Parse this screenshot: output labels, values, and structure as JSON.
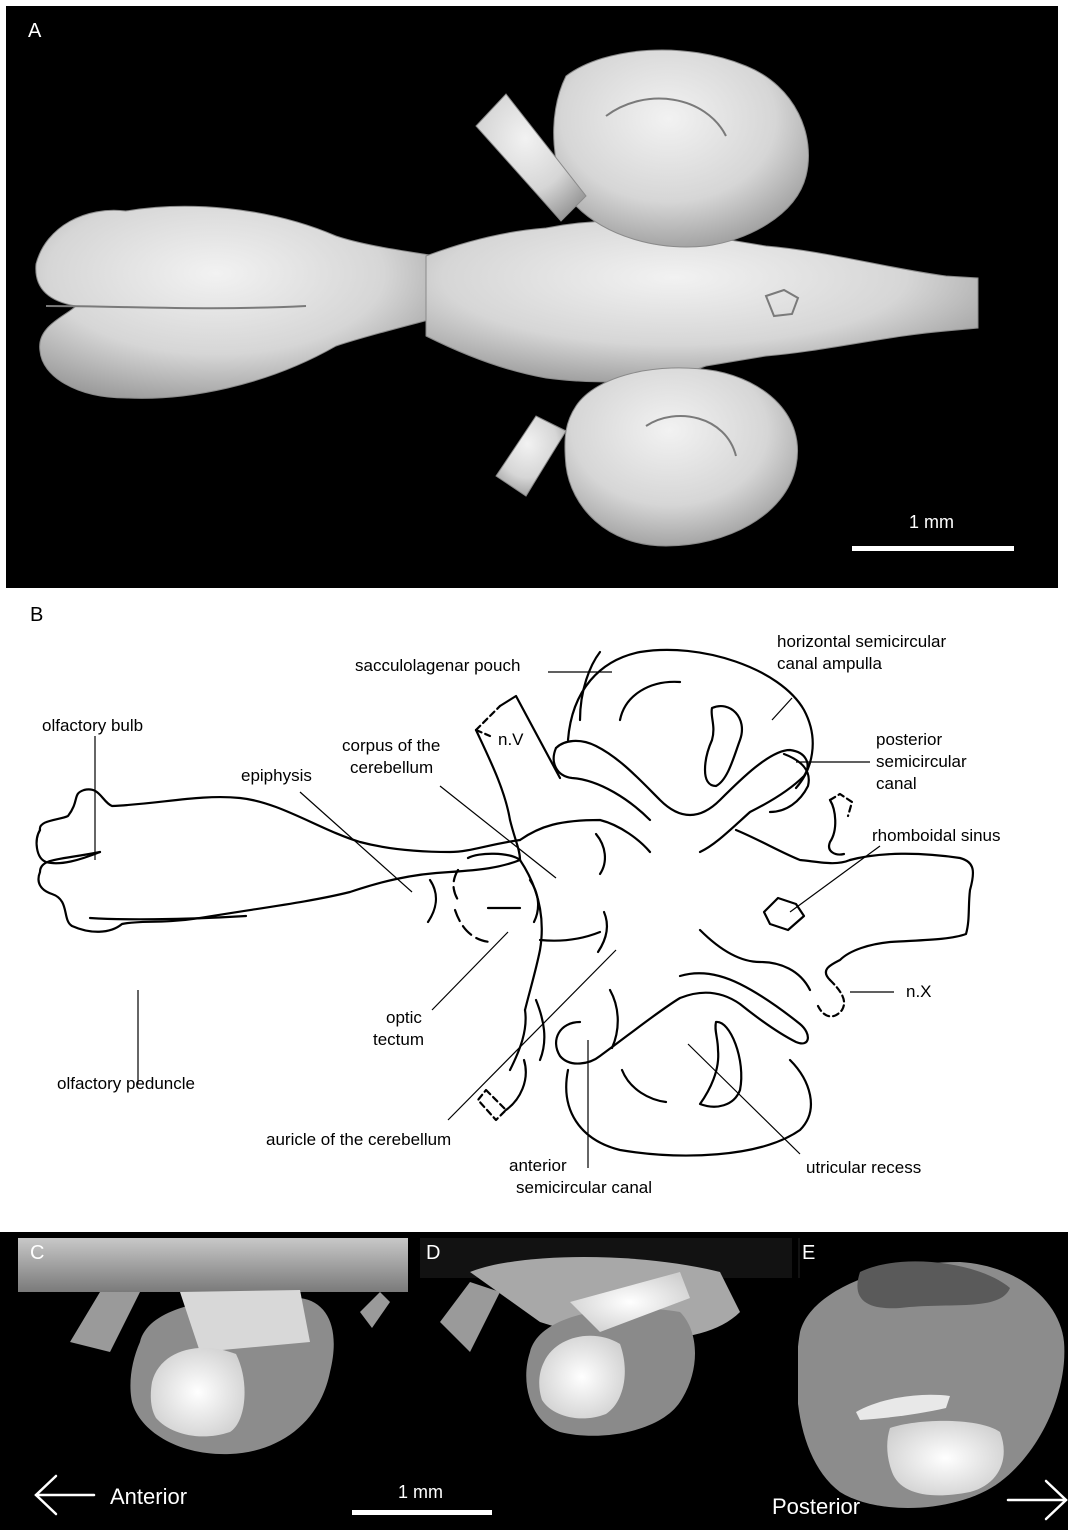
{
  "panelA": {
    "letter": "A",
    "scale_label": "1 mm"
  },
  "panelB": {
    "letter": "B",
    "labels": {
      "olfactory_bulb": "olfactory bulb",
      "epiphysis": "epiphysis",
      "corpus_line1": "corpus of the",
      "corpus_line2": "cerebellum",
      "nV": "n.V",
      "sacculolagenar": "sacculolagenar pouch",
      "horizontal_line1": "horizontal semicircular",
      "horizontal_line2": "canal ampulla",
      "posterior_line1": "posterior",
      "posterior_line2": "semicircular",
      "posterior_line3": "canal",
      "rhomboidal": "rhomboidal sinus",
      "nX": "n.X",
      "optic_line1": "optic",
      "optic_line2": "tectum",
      "olfactory_peduncle": "olfactory peduncle",
      "auricle": "auricle of the cerebellum",
      "anterior_line1": "anterior",
      "anterior_line2": "semicircular canal",
      "utricular": "utricular recess"
    }
  },
  "panelCDE": {
    "letter_C": "C",
    "letter_D": "D",
    "letter_E": "E",
    "anterior": "Anterior",
    "posterior": "Posterior",
    "scale_label": "1 mm"
  }
}
